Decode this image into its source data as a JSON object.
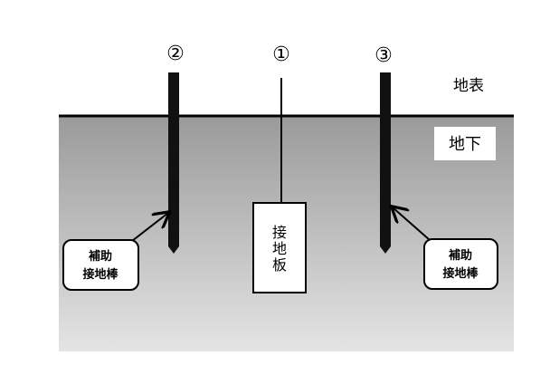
{
  "labels": {
    "electrode_1": "①",
    "electrode_2": "②",
    "electrode_3": "③",
    "above_ground": "地表",
    "underground": "地下",
    "plate_char_1": "接",
    "plate_char_2": "地",
    "plate_char_3": "板",
    "callout_left_line1": "補助",
    "callout_left_line2": "接地棒",
    "callout_right_line1": "補助",
    "callout_right_line2": "接地棒"
  },
  "colors": {
    "ground_top": "#9a9a9a",
    "ground_bottom": "#e4e4e4",
    "rod": "#111111",
    "line": "#000000",
    "box_fill": "#ffffff"
  }
}
